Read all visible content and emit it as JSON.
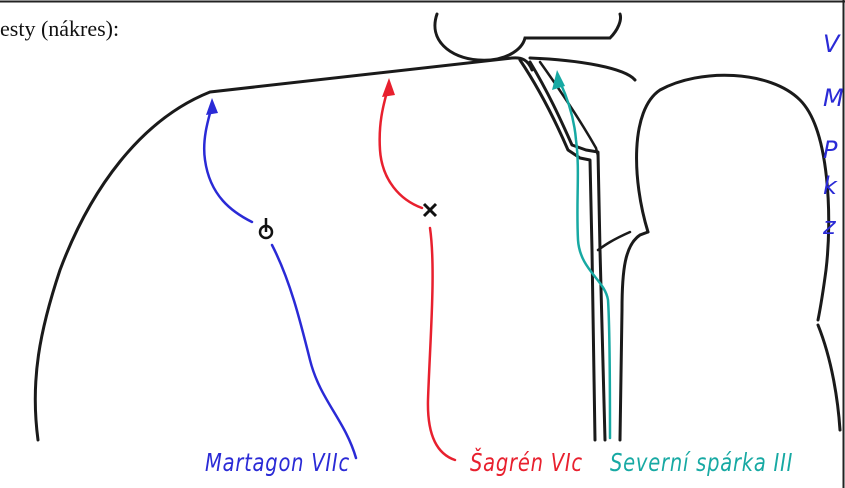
{
  "header": {
    "title": "esty (nákres):"
  },
  "routes": [
    {
      "label": "Martagon VIIc",
      "color": "#2a2ad6",
      "marker": "anchor"
    },
    {
      "label": "Šagrén VIc",
      "color": "#e8202e",
      "marker": "cross"
    },
    {
      "label": "Severní spárka III",
      "color": "#17a9a3",
      "marker": "none"
    }
  ],
  "margin_notes": {
    "color": "#2a2ad6",
    "chars": [
      "V",
      "M",
      "P",
      "k",
      "z"
    ]
  },
  "colors": {
    "rock_outline": "#1a1a1a",
    "border": "#222222"
  }
}
